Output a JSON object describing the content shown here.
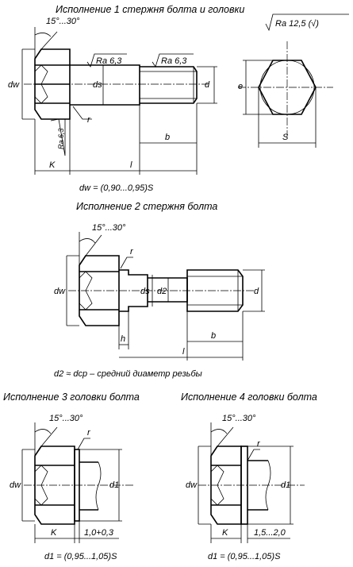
{
  "variant1": {
    "title": "Исполнение 1 стержня болта и головки",
    "roughness_general": "Ra 12,5 (√)",
    "angle": "15°...30°",
    "ra1": "Ra 6,3",
    "ra2": "Ra 6,3",
    "ra3": "Ra 6,3",
    "dw": "dw",
    "ds": "ds",
    "d": "d",
    "r": "r",
    "b": "b",
    "K": "K",
    "l": "l",
    "e": "e",
    "S": "S",
    "formula": "dw = (0,90...0,95)S"
  },
  "variant2": {
    "title": "Исполнение 2 стержня болта",
    "angle": "15°...30°",
    "r": "r",
    "dw": "dw",
    "ds": "ds",
    "d2": "d2",
    "d": "d",
    "h": "h",
    "b": "b",
    "l": "l",
    "formula": "d2 ≈ dcp – средний диаметр резьбы"
  },
  "variant3": {
    "title": "Исполнение 3 головки болта",
    "angle": "15°...30°",
    "r": "r",
    "dw": "dw",
    "d1": "d1",
    "K": "K",
    "dim": "1,0+0,3",
    "formula": "d1 = (0,95...1,05)S"
  },
  "variant4": {
    "title": "Исполнение 4 головки болта",
    "angle": "15°...30°",
    "r": "r",
    "dw": "dw",
    "d1": "d1",
    "K": "K",
    "dim": "1,5...2,0",
    "formula": "d1 = (0,95...1,05)S"
  }
}
